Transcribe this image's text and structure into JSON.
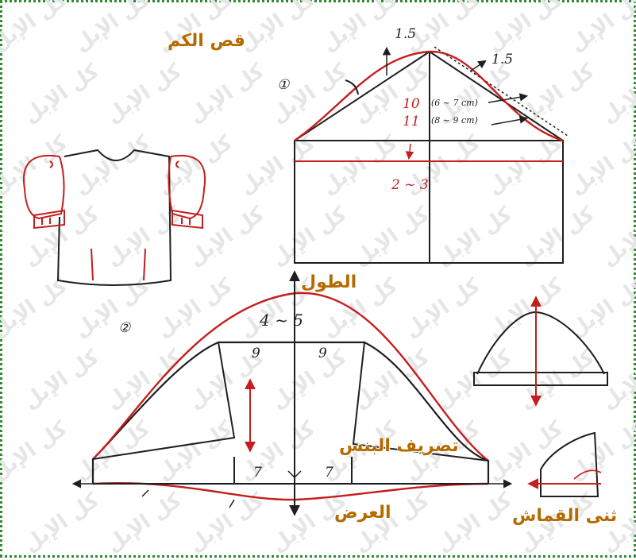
{
  "title": "قص الكم",
  "labels": {
    "length": "الطول",
    "width": "العرض",
    "dart_easing": "تصريف البنس",
    "fabric_fold": "ثنى القماش"
  },
  "figure_markers": {
    "one": "①",
    "two": "②"
  },
  "measurements": {
    "top_left": "1.5",
    "top_right": "1.5",
    "m10": "10",
    "m11": "11",
    "note_10": "(6 ~ 7 cm)",
    "note_11": "(8 ~ 9 cm)",
    "range_2_3": "2 ~ 3",
    "range_4_5": "4 ~ 5",
    "nine_left": "9",
    "nine_right": "9",
    "seven_left": "7",
    "seven_right": "7"
  },
  "watermark": "كل الإبل",
  "colors": {
    "red_line": "#c41e1e",
    "black_line": "#1f1f1f",
    "label_orange": "#b36b00",
    "border_green": "#2e8b2e"
  }
}
